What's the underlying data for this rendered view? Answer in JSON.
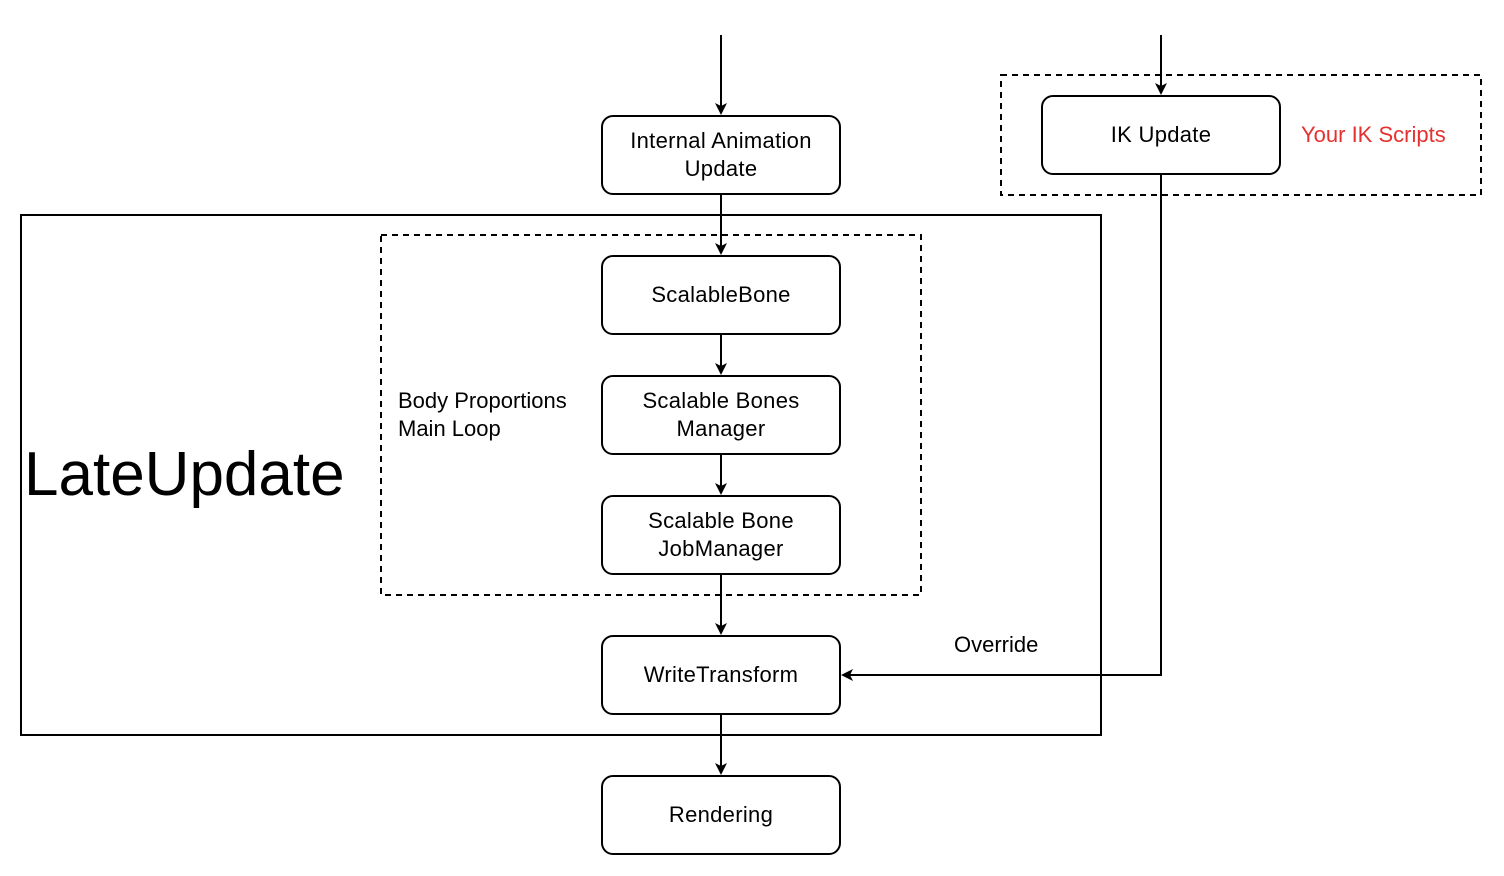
{
  "diagram": {
    "containers": {
      "late_update": "LateUpdate",
      "body_proportions": "Body Proportions\nMain Loop",
      "ik_scripts": "Your IK Scripts"
    },
    "nodes": {
      "internal_animation_update": "Internal Animation\nUpdate",
      "scalable_bone": "ScalableBone",
      "scalable_bones_manager": "Scalable Bones\nManager",
      "scalable_bone_job_manager": "Scalable Bone\nJobManager",
      "write_transform": "WriteTransform",
      "rendering": "Rendering",
      "ik_update": "IK Update"
    },
    "edge_labels": {
      "override": "Override"
    },
    "colors": {
      "stroke": "#000000",
      "ik_scripts_text": "#e5312f",
      "background": "#ffffff"
    }
  }
}
